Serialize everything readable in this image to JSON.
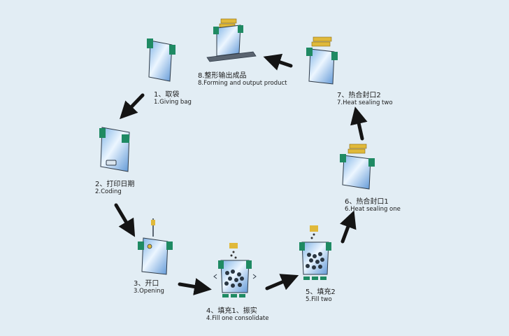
{
  "steps": [
    {
      "zh": "1、取袋",
      "en": "1.Giving bag"
    },
    {
      "zh": "2、打印日期",
      "en": "2.Coding"
    },
    {
      "zh": "3、开口",
      "en": "3.Opening"
    },
    {
      "zh": "4、填充1、振实",
      "en": "4.Fill one consolidate"
    },
    {
      "zh": "5、填充2",
      "en": "5.Fill two"
    },
    {
      "zh": "6、热合封口1",
      "en": "6.Heat sealing one"
    },
    {
      "zh": "7、热合封口2",
      "en": "7.Heat sealing two"
    },
    {
      "zh": "8.整形输出成品",
      "en": "8.Forming and output product"
    }
  ],
  "colors": {
    "background": "#e2edf4",
    "bag_fill": "#cfe6fb",
    "bag_stroke": "#2f3b48",
    "clip": "#1f8a63",
    "sealer": "#e0b93a",
    "arrow": "#141414"
  }
}
